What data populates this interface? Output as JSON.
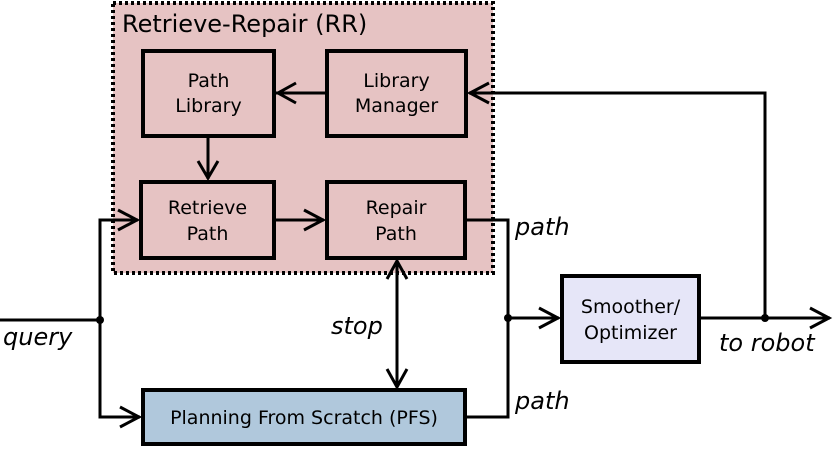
{
  "diagram": {
    "group": {
      "title": "Retrieve-Repair (RR)",
      "fill": "#e6c3c3"
    },
    "nodes": {
      "path_library": {
        "line1": "Path",
        "line2": "Library",
        "fill": "#e6c3c3"
      },
      "library_manager": {
        "line1": "Library",
        "line2": "Manager",
        "fill": "#e6c3c3"
      },
      "retrieve_path": {
        "line1": "Retrieve",
        "line2": "Path",
        "fill": "#e6c3c3"
      },
      "repair_path": {
        "line1": "Repair",
        "line2": "Path",
        "fill": "#e6c3c3"
      },
      "smoother": {
        "line1": "Smoother/",
        "line2": "Optimizer",
        "fill": "#e6e6f8"
      },
      "pfs": {
        "label": "Planning From Scratch (PFS)",
        "fill": "#b0c8dc"
      }
    },
    "edge_labels": {
      "query": "query",
      "stop": "stop",
      "path_top": "path",
      "path_bottom": "path",
      "to_robot": "to robot"
    },
    "edges": [
      {
        "from": "library_manager",
        "to": "path_library"
      },
      {
        "from": "path_library",
        "to": "retrieve_path"
      },
      {
        "from": "retrieve_path",
        "to": "repair_path"
      },
      {
        "from": "query",
        "to": "retrieve_path"
      },
      {
        "from": "query",
        "to": "pfs"
      },
      {
        "from": "repair_path",
        "to": "pfs",
        "label": "stop",
        "bidirectional": true
      },
      {
        "from": "repair_path",
        "to": "smoother",
        "label": "path"
      },
      {
        "from": "pfs",
        "to": "smoother",
        "label": "path"
      },
      {
        "from": "smoother",
        "to": "robot",
        "label": "to robot"
      },
      {
        "from": "smoother",
        "to": "library_manager"
      }
    ]
  }
}
